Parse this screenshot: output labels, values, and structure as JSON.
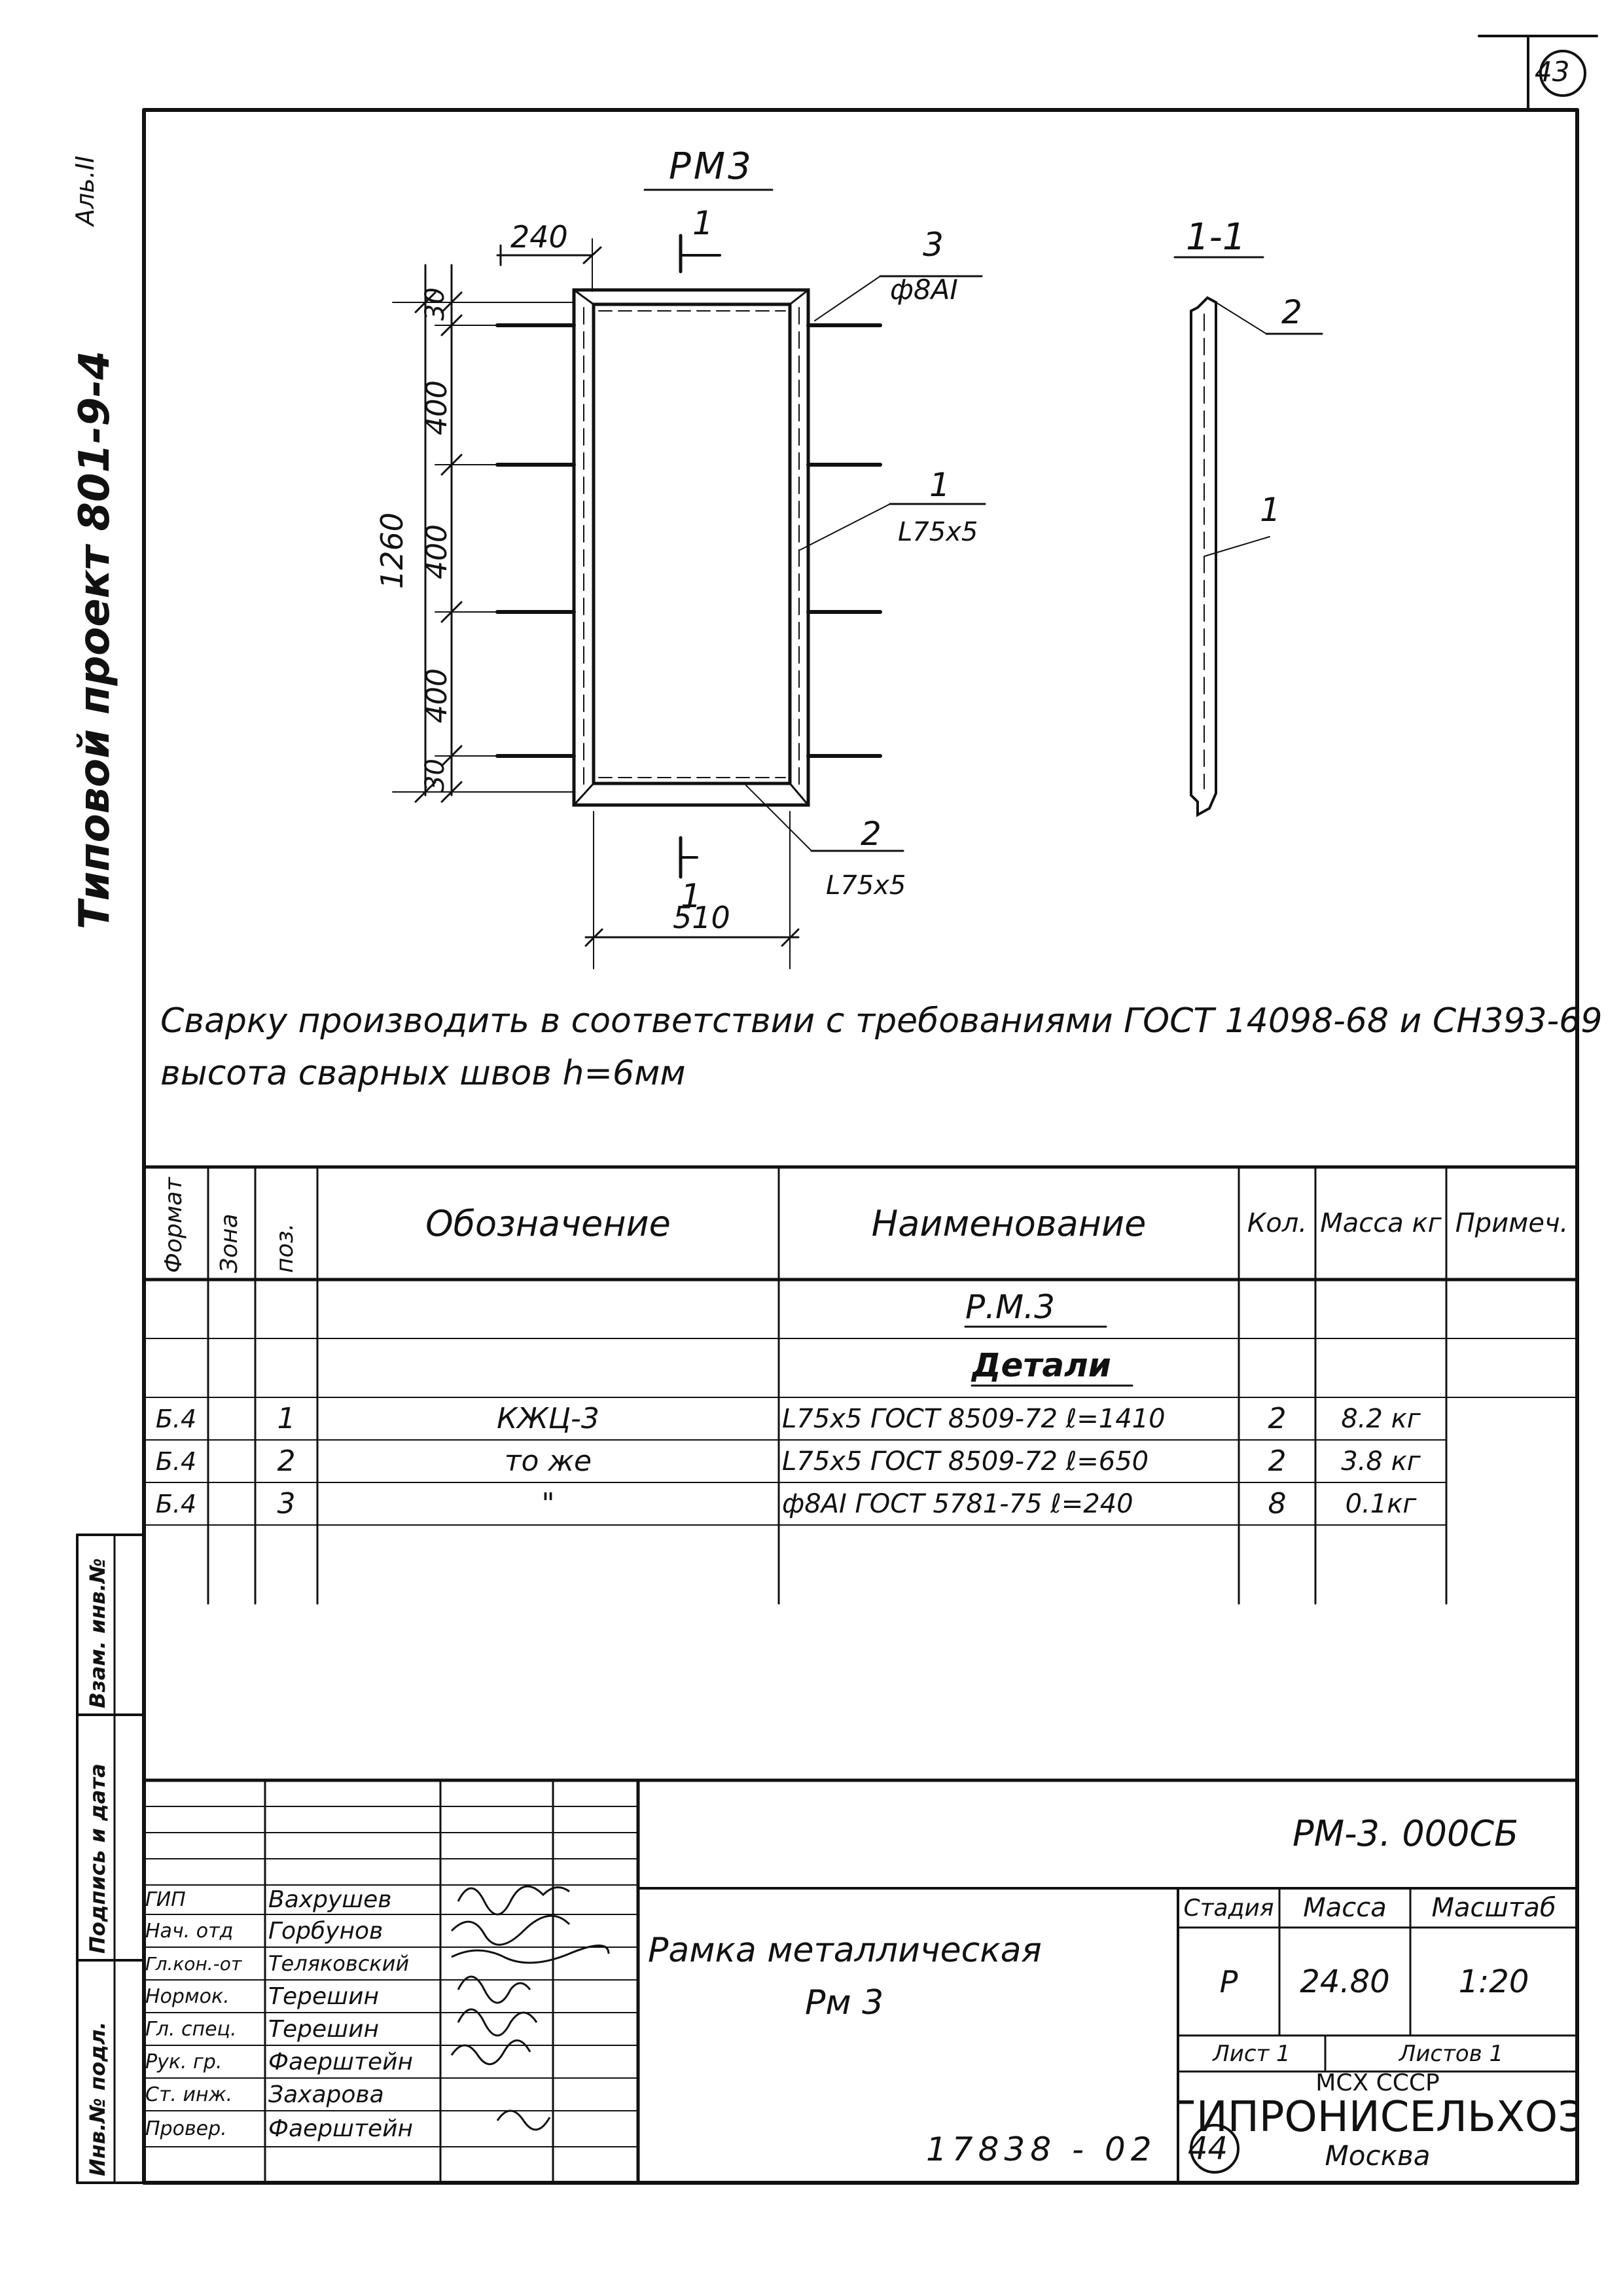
{
  "sheet": {
    "page_number_top": "43",
    "page_number_bottom": "44",
    "archive_number": "17838 - 02",
    "album": "Аль.II",
    "series": "Типовой проект 801-9-4"
  },
  "drawing": {
    "title": "РМ3",
    "section_title": "1-1",
    "cut_mark": "1",
    "callout_3_pos": "3",
    "callout_3_spec": "ф8АI",
    "callout_1_pos": "1",
    "callout_1_spec": "L75x5",
    "callout_2_pos": "2",
    "callout_2_spec": "L75x5",
    "section_callout_2": "2",
    "section_callout_1": "1",
    "dims": {
      "top_offset": "240",
      "bottom_width": "510",
      "total_height": "1260",
      "seg_top": "30",
      "seg_1": "400",
      "seg_2": "400",
      "seg_3": "400",
      "seg_bottom": "30"
    }
  },
  "notes": {
    "line1": "Сварку производить в соответствии с требованиями ГОСТ 14098-68 и СН393-69",
    "line2": "высота сварных швов h=6мм"
  },
  "spec_table": {
    "headers": {
      "format": "Формат",
      "zone": "Зона",
      "pos": "поз.",
      "designation": "Обозначение",
      "name": "Наименование",
      "qty": "Кол.",
      "mass": "Масса кг",
      "note": "Примеч."
    },
    "group_title": "Р.М.3",
    "group_subtitle": "Детали",
    "rows": [
      {
        "format": "Б.4",
        "pos": "1",
        "designation": "КЖЦ-3",
        "name": "L75x5 ГОСТ 8509-72 ℓ=1410",
        "qty": "2",
        "mass": "8.2 кг"
      },
      {
        "format": "Б.4",
        "pos": "2",
        "designation": "то же",
        "name": "L75x5 ГОСТ 8509-72 ℓ=650",
        "qty": "2",
        "mass": "3.8 кг"
      },
      {
        "format": "Б.4",
        "pos": "3",
        "designation": "\"",
        "name": "ф8АI ГОСТ 5781-75 ℓ=240",
        "qty": "8",
        "mass": "0.1кг"
      }
    ]
  },
  "title_block": {
    "doc_code": "РМ-3. 000СБ",
    "object_name_1": "Рамка металлическая",
    "object_name_2": "Рм 3",
    "stage_label": "Стадия",
    "mass_label": "Масса",
    "scale_label": "Масштаб",
    "stage_value": "Р",
    "mass_value": "24.80",
    "scale_value": "1:20",
    "sheet_label": "Лист 1",
    "sheets_label": "Листов 1",
    "org_1": "МСХ СССР",
    "org_2": "ГИПРОНИСЕЛЬХОЗ",
    "org_3": "Москва",
    "signatories": [
      {
        "role": "ГИП",
        "name": "Вахрушев"
      },
      {
        "role": "Нач. отд",
        "name": "Горбунов"
      },
      {
        "role": "Гл.кон.-от",
        "name": "Теляковский"
      },
      {
        "role": "Нормок.",
        "name": "Терешин"
      },
      {
        "role": "Гл. спец.",
        "name": "Терешин"
      },
      {
        "role": "Рук. гр.",
        "name": "Фаерштейн"
      },
      {
        "role": "Ст. инж.",
        "name": "Захарова"
      },
      {
        "role": "Провер.",
        "name": "Фаерштейн"
      }
    ]
  },
  "side_stamp": {
    "inv_podl": "Инв.№ подл.",
    "podpis_data": "Подпись и дата",
    "vzam_inv": "Взам. инв.№"
  }
}
